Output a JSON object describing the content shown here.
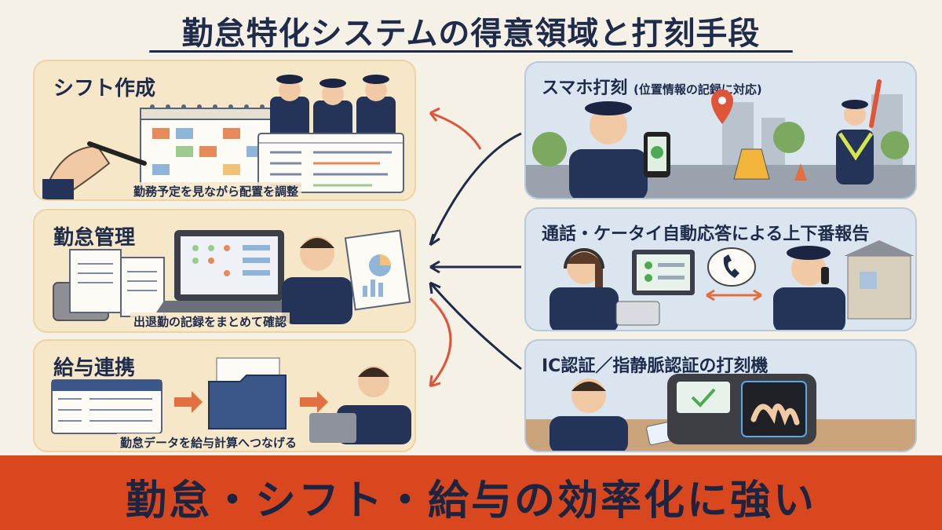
{
  "title": "勤怠特化システムの得意領域と打刻手段",
  "left_panels": {
    "shift": {
      "title": "シフト作成",
      "caption": "勤務予定を見ながら配置を調整"
    },
    "attendance": {
      "title": "勤怠管理",
      "caption": "出退勤の記録をまとめて確認"
    },
    "payroll": {
      "title": "給与連携",
      "caption": "勤怠データを給与計算へつなげる"
    }
  },
  "right_panels": {
    "smartphone": {
      "title": "スマホ打刻",
      "subtitle": "(位置情報の記録に対応)"
    },
    "call": {
      "title": "通話・ケータイ自動応答による上下番報告"
    },
    "ic": {
      "title": "IC認証／指静脈認証の打刻機"
    }
  },
  "bottom_banner": "勤怠・シフト・給与の効率化に強い",
  "colors": {
    "navy": "#1e2b4a",
    "orange": "#d9471f",
    "left_panel_bg": "#f7e7c9",
    "right_panel_bg": "#dbe5ef"
  }
}
